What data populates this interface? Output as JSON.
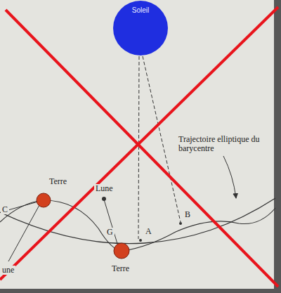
{
  "diagram": {
    "nodes": [
      {
        "text": [
          "Soleil"
        ]
      }
    ],
    "labels": [
      "Trajectoire elliptique du barycentre",
      "Terre",
      "Lune",
      "C",
      "G",
      "A",
      "B",
      "Terre",
      "une"
    ]
  }
}
